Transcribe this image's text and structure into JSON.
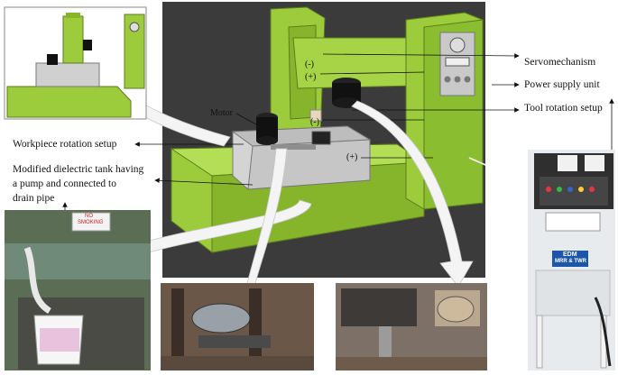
{
  "labels": {
    "servomechanism": "Servomechanism",
    "power_supply_unit": "Power supply unit",
    "tool_rotation_setup": "Tool rotation setup",
    "workpiece_rotation_setup": "Workpiece rotation setup",
    "dielectric_line1": "Modified dielectric tank having",
    "dielectric_line2": "a pump and connected to",
    "dielectric_line3": "drain pipe",
    "motor": "Motor",
    "minus1": "(-)",
    "plus1": "(+)",
    "minus2": "(-)",
    "plus2": "(+)"
  },
  "photo_text": {
    "no_smoking_1": "NO",
    "no_smoking_2": "SMOKING",
    "edm_line1": "EDM",
    "edm_line2": "MRR & TWR"
  },
  "colors": {
    "machine_green": "#9ccc3c",
    "render_background": "#3a3a3a",
    "tank_grey": "#c8c8c8"
  }
}
